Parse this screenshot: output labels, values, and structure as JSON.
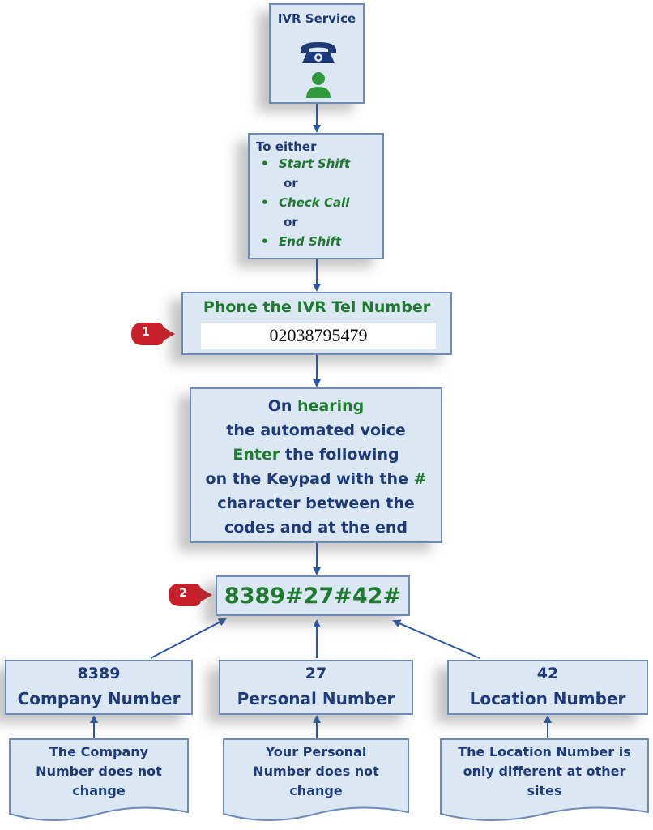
{
  "ivr_service": {
    "title": "IVR Service",
    "icons": [
      "telephone-icon",
      "person-icon"
    ]
  },
  "options": {
    "intro": "To either",
    "items": [
      "Start Shift",
      "Check Call",
      "End Shift"
    ],
    "separator": "or"
  },
  "phone_step": {
    "badge": "1",
    "heading": "Phone the IVR Tel Number",
    "number": "02038795479"
  },
  "instructions": {
    "lines": [
      "On hearing",
      "the automated voice",
      "Enter the following",
      "on the Keypad with the #",
      "character between the",
      "codes and at the end"
    ]
  },
  "code_step": {
    "badge": "2",
    "code": "8389#27#42#"
  },
  "components": [
    {
      "number": "8389",
      "label": "Company Number",
      "note": [
        "The Company",
        "Number does not",
        "change"
      ]
    },
    {
      "number": "27",
      "label": "Personal Number",
      "note": [
        "Your Personal",
        "Number does not",
        "change"
      ]
    },
    {
      "number": "42",
      "label": "Location Number",
      "note": [
        "The Location Number is",
        "only different at other",
        "sites"
      ]
    }
  ],
  "colors": {
    "box_fill": "#dce7f4",
    "box_border": "#6d8ab8",
    "navy_text": "#1f3a78",
    "green_text": "#1e7a2e",
    "arrow": "#2a58a8",
    "badge": "#c8202a"
  }
}
